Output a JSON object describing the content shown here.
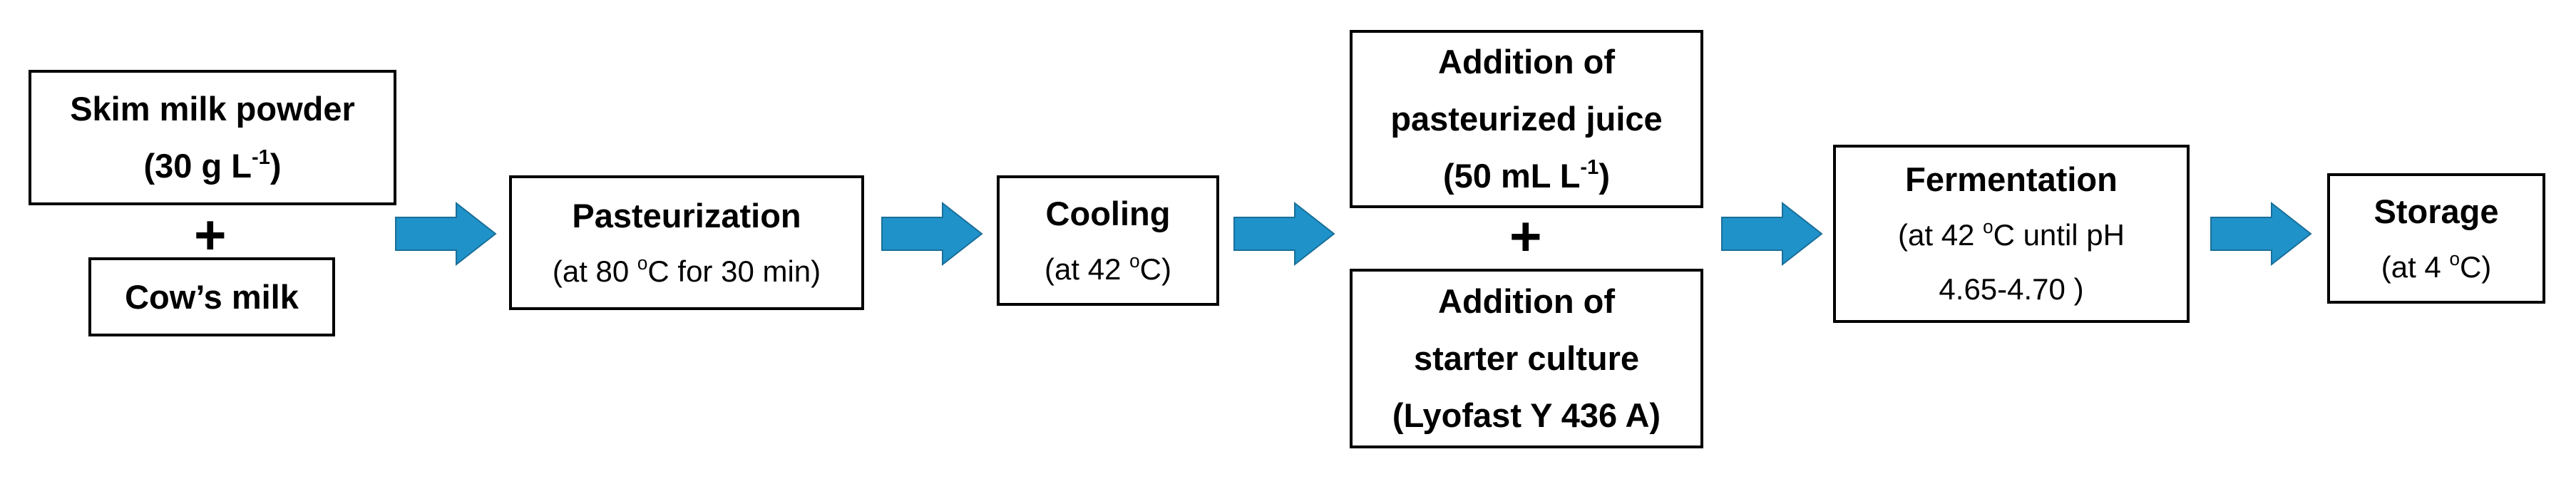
{
  "steps": {
    "skim_milk": {
      "line1": "Skim milk powder",
      "line2_pre": "(30 g L",
      "line2_sup": "-1",
      "line2_post": ")"
    },
    "plus_symbol": "+",
    "cows_milk": {
      "label": "Cow’s milk"
    },
    "pasteurization": {
      "title": "Pasteurization",
      "detail_pre": "(at 80 ",
      "detail_sup": "o",
      "detail_post": "C for 30 min)"
    },
    "cooling": {
      "title": "Cooling",
      "detail_pre": "(at 42 ",
      "detail_sup": "o",
      "detail_post": "C)"
    },
    "juice": {
      "line1": "Addition of",
      "line2": "pasteurized juice",
      "line3_pre": "(50 mL L",
      "line3_sup": "-1",
      "line3_post": ")"
    },
    "starter": {
      "line1": "Addition of",
      "line2": "starter culture",
      "line3": "(Lyofast Y 436 A)"
    },
    "fermentation": {
      "title": "Fermentation",
      "detail1_pre": "(at 42 ",
      "detail1_sup": "o",
      "detail1_post": "C until pH",
      "detail2": "4.65-4.70 )"
    },
    "storage": {
      "title": "Storage",
      "detail_pre": "(at 4 ",
      "detail_sup": "o",
      "detail_post": "C)"
    }
  },
  "colors": {
    "arrow": "#1f92c9",
    "arrow_edge": "#1a6f99",
    "border": "#000000"
  }
}
